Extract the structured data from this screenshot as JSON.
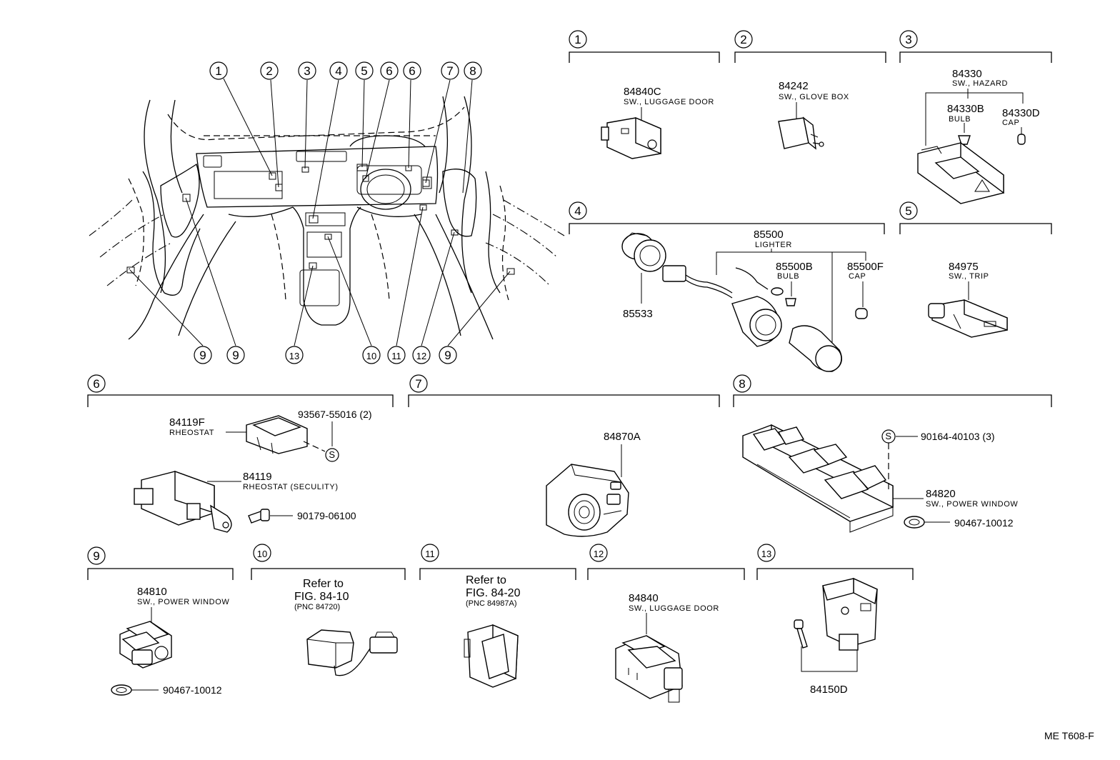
{
  "callouts": {
    "c1": "1",
    "c2": "2",
    "c3": "3",
    "c4": "4",
    "c5": "5",
    "c6": "6",
    "c7": "7",
    "c8": "8",
    "c9": "9",
    "c10": "10",
    "c11": "11",
    "c12": "12",
    "c13": "13",
    "s": "S"
  },
  "parts": {
    "p84840C": {
      "number": "84840C",
      "desc": "SW., LUGGAGE DOOR"
    },
    "p84242": {
      "number": "84242",
      "desc": "SW., GLOVE BOX"
    },
    "p84330": {
      "number": "84330",
      "desc": "SW., HAZARD"
    },
    "p84330B": {
      "number": "84330B",
      "desc": "BULB"
    },
    "p84330D": {
      "number": "84330D",
      "desc": "CAP"
    },
    "p85500": {
      "number": "85500",
      "desc": "LIGHTER"
    },
    "p85500B": {
      "number": "85500B",
      "desc": "BULB"
    },
    "p85500F": {
      "number": "85500F",
      "desc": "CAP"
    },
    "p85533": {
      "number": "85533"
    },
    "p84975": {
      "number": "84975",
      "desc": "SW., TRIP"
    },
    "p84119F": {
      "number": "84119F",
      "desc": "RHEOSTAT"
    },
    "p93567": {
      "number": "93567-55016 (2)"
    },
    "p84119": {
      "number": "84119",
      "desc": "RHEOSTAT (SECULITY)"
    },
    "p90179": {
      "number": "90179-06100"
    },
    "p84870A": {
      "number": "84870A"
    },
    "p90164": {
      "number": "90164-40103 (3)"
    },
    "p84820": {
      "number": "84820",
      "desc": "SW., POWER WINDOW"
    },
    "p90467a": {
      "number": "90467-10012"
    },
    "p84810": {
      "number": "84810",
      "desc": "SW., POWER WINDOW"
    },
    "p90467b": {
      "number": "90467-10012"
    },
    "p84840": {
      "number": "84840",
      "desc": "SW., LUGGAGE DOOR"
    },
    "p84150D": {
      "number": "84150D"
    }
  },
  "refs": {
    "r10": {
      "line1": "Refer to",
      "line2": "FIG. 84-10",
      "line3": "(PNC 84720)"
    },
    "r11": {
      "line1": "Refer to",
      "line2": "FIG. 84-20",
      "line3": "(PNC 84987A)"
    }
  },
  "footer": {
    "code": "ME T608-F"
  }
}
